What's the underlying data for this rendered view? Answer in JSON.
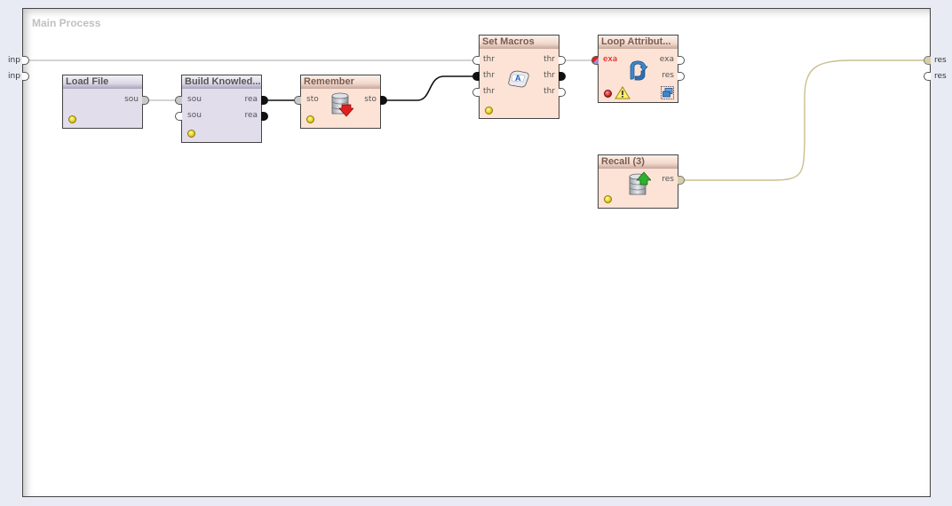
{
  "process": {
    "title": "Main Process",
    "input_ports": [
      "inp",
      "inp"
    ],
    "output_ports": [
      "res",
      "res"
    ]
  },
  "operators": [
    {
      "id": "load-file",
      "name": "Load File",
      "category_color": "purple",
      "inputs": [],
      "outputs": [
        "sou"
      ],
      "status": "ready"
    },
    {
      "id": "build-knowledge",
      "name": "Build Knowled...",
      "category_color": "purple",
      "inputs": [
        "sou",
        "sou"
      ],
      "outputs": [
        "rea",
        "rea"
      ],
      "status": "ready"
    },
    {
      "id": "remember",
      "name": "Remember",
      "category_color": "peach",
      "icon": "database-store-icon",
      "inputs": [
        "sto"
      ],
      "outputs": [
        "sto"
      ],
      "status": "ready"
    },
    {
      "id": "set-macros",
      "name": "Set Macros",
      "category_color": "peach",
      "icon": "keyboard-key-icon",
      "inputs": [
        "thr",
        "thr",
        "thr"
      ],
      "outputs": [
        "thr",
        "thr",
        "thr"
      ],
      "status": "ready"
    },
    {
      "id": "loop-attributes",
      "name": "Loop Attribut...",
      "category_color": "peach",
      "icon": "loop-arrows-icon",
      "inputs": [
        "exa"
      ],
      "outputs": [
        "exa",
        "res"
      ],
      "status": "error",
      "warning": true,
      "has_subprocess": true
    },
    {
      "id": "recall",
      "name": "Recall (3)",
      "category_color": "peach",
      "icon": "database-retrieve-icon",
      "inputs": [],
      "outputs": [
        "res"
      ],
      "status": "ready"
    }
  ],
  "colors": {
    "canvas_bg": "#ffffff",
    "outer_bg": "#e8ebf3",
    "purple_operator": "#e1ddeb",
    "peach_operator": "#fde2d6",
    "error_port_label": "#e00000",
    "wire_black": "#111111",
    "wire_gray": "#bbbbbb",
    "wire_tan": "#c9bf8f"
  }
}
